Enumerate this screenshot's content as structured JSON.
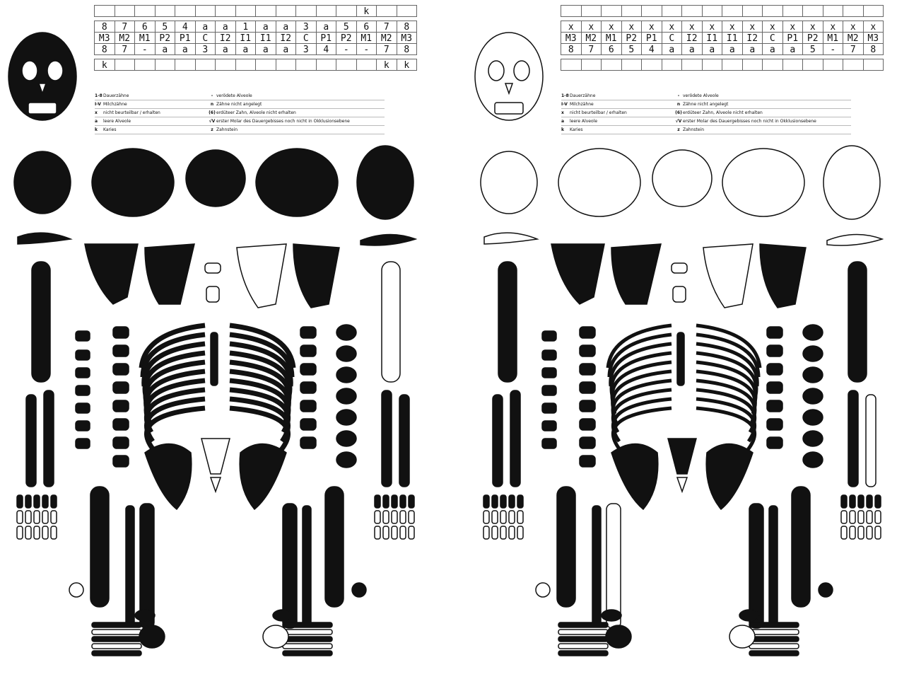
{
  "sheets": [
    {
      "id": "a",
      "dental": {
        "top_status": [
          "",
          "",
          "",
          "",
          "",
          "",
          "",
          "",
          "",
          "",
          "",
          "",
          "",
          "k",
          "",
          ""
        ],
        "upper_codes": [
          "8",
          "7",
          "6",
          "5",
          "4",
          "a",
          "a",
          "1",
          "a",
          "a",
          "3",
          "a",
          "5",
          "6",
          "7",
          "8"
        ],
        "tooth_names": [
          "M3",
          "M2",
          "M1",
          "P2",
          "P1",
          "C",
          "I2",
          "I1",
          "I1",
          "I2",
          "C",
          "P1",
          "P2",
          "M1",
          "M2",
          "M3"
        ],
        "lower_codes": [
          "8",
          "7",
          "-",
          "a",
          "a",
          "3",
          "a",
          "a",
          "a",
          "a",
          "3",
          "4",
          "-",
          "-",
          "7",
          "8"
        ],
        "bottom_status": [
          "k",
          "",
          "",
          "",
          "",
          "",
          "",
          "",
          "",
          "",
          "",
          "",
          "",
          "",
          "k",
          "k"
        ]
      },
      "legend": [
        {
          "sym": "1-8",
          "txt": "Dauerzähne",
          "sym2": "-",
          "txt2": "verödete Alveole"
        },
        {
          "sym": "I-V",
          "txt": "Milchzähne",
          "sym2": "n",
          "txt2": "Zähne nicht angelegt"
        },
        {
          "sym": "x",
          "txt": "nicht beurteilbar / erhalten",
          "sym2": "(6)",
          "txt2": "erdüteer Zahn, Alveole nicht erhalten"
        },
        {
          "sym": "a",
          "txt": "leere Alveole",
          "sym2": "√V",
          "txt2": "erster Molar des Dauergebisses noch nicht in Okklusionsebene"
        },
        {
          "sym": "k",
          "txt": "Karies",
          "sym2": "z",
          "txt2": "Zahnstein"
        }
      ]
    },
    {
      "id": "b",
      "dental": {
        "top_status": [
          "",
          "",
          "",
          "",
          "",
          "",
          "",
          "",
          "",
          "",
          "",
          "",
          "",
          "",
          "",
          ""
        ],
        "upper_codes": [
          "x",
          "x",
          "x",
          "x",
          "x",
          "x",
          "x",
          "x",
          "x",
          "x",
          "x",
          "x",
          "x",
          "x",
          "x",
          "x"
        ],
        "tooth_names": [
          "M3",
          "M2",
          "M1",
          "P2",
          "P1",
          "C",
          "I2",
          "I1",
          "I1",
          "I2",
          "C",
          "P1",
          "P2",
          "M1",
          "M2",
          "M3"
        ],
        "lower_codes": [
          "8",
          "7",
          "6",
          "5",
          "4",
          "a",
          "a",
          "a",
          "a",
          "a",
          "a",
          "a",
          "5",
          "-",
          "7",
          "8"
        ],
        "bottom_status": [
          "",
          "",
          "",
          "",
          "",
          "",
          "",
          "",
          "",
          "",
          "",
          "",
          "",
          "",
          "",
          ""
        ]
      },
      "legend": [
        {
          "sym": "1-8",
          "txt": "Dauerzähne",
          "sym2": "-",
          "txt2": "verödete Alveole"
        },
        {
          "sym": "I-V",
          "txt": "Milchzähne",
          "sym2": "n",
          "txt2": "Zähne nicht angelegt"
        },
        {
          "sym": "x",
          "txt": "nicht beurteilbar / erhalten",
          "sym2": "(6)",
          "txt2": "erdüteer Zahn, Alveole nicht erhalten"
        },
        {
          "sym": "a",
          "txt": "leere Alveole",
          "sym2": "√V",
          "txt2": "erster Molar des Dauergebisses noch nicht in Okklusionsebene"
        },
        {
          "sym": "k",
          "txt": "Karies",
          "sym2": "z",
          "txt2": "Zahnstein"
        }
      ]
    }
  ],
  "colors": {
    "preserved": "#111111",
    "missing": "#ffffff",
    "outline": "#111111"
  }
}
